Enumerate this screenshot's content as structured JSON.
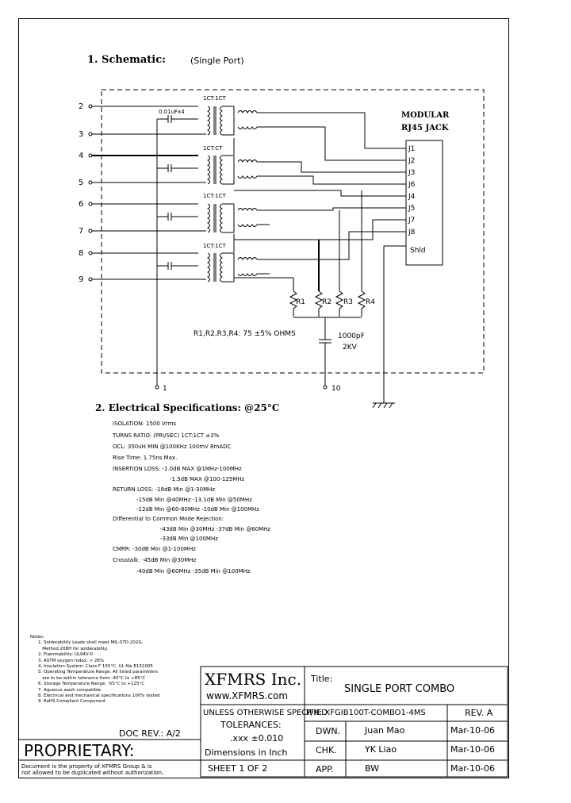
{
  "section1": {
    "heading": "1. Schematic:",
    "subtitle": "(Single Port)"
  },
  "schematic": {
    "pins_left": [
      "2",
      "3",
      "4",
      "5",
      "6",
      "7",
      "8",
      "9"
    ],
    "transformer_labels": [
      "1CT:1CT",
      "1CT:CT",
      "1CT:1CT",
      "1CT:1CT"
    ],
    "cap_label": "0.01uFx4",
    "jack_title_line1": "MODULAR",
    "jack_title_line2": "RJ45 JACK",
    "jack_pins": [
      "J1",
      "J2",
      "J3",
      "J6",
      "J4",
      "J5",
      "J7",
      "J8",
      "Shld"
    ],
    "resistors": [
      "R1",
      "R2",
      "R3",
      "R4"
    ],
    "resistor_note": "R1,R2,R3,R4: 75 ±5% OHMS",
    "cap_value_line1": "1000pF",
    "cap_value_line2": "2KV",
    "pin_bottom_left": "1",
    "pin_bottom_right": "10"
  },
  "section2": {
    "heading": "2. Electrical Specifications: @25°C",
    "lines": [
      "ISOLATION: 1500 Vrms",
      "TURNS RATIO: (PRI/SEC) 1CT:1CT ±3%",
      "OCL: 350uH MIN @100KHz 100mV 8mADC",
      "Rise Time: 1.75ns Max.",
      "INSERTION LOSS: -1.0dB MAX @1MHz-100MHz",
      "-1.5dB MAX @100-125MHz",
      "RETURN LOSS: -18dB Min @1-30MHz",
      "-15dB Min @40MHz -13.1dB Min @50MHz",
      "-12dB Min @60-80MHz -10dB Min @100MHz",
      "Differential to Common Mode Rejection:",
      "-43dB Min @30MHz -37dB Min @60MHz",
      "-33dB Min @100MHz",
      "CMRR: -30dB Min @1-100MHz",
      "Crosstalk: -45dB Min @30MHz",
      "-40dB Min @60MHz -35dB Min @100MHz"
    ]
  },
  "notes": {
    "title": "Notes:",
    "items": [
      "1. Solderability Leads shall meet MIL-STD-202G,",
      "   Method 208H for solderability.",
      "2. Flammability: UL94V-0",
      "3. ASTM oxygen index: > 28%",
      "4. Insulation System: Class F 155°C, UL file E151005",
      "5. Operating Temperature Range: All listed parameters",
      "   are to be within tolerance from -40°C to +85°C",
      "6. Storage Temperature Range: -55°C to +125°C",
      "7. Aqueous wash compatible",
      "8. Electrical and mechanical specifications 100% tested",
      "9. RoHS Compliant Component"
    ]
  },
  "title_block": {
    "company": "XFMRS Inc.",
    "website": "www.XFMRS.com",
    "title_label": "Title:",
    "title_value": "SINGLE PORT COMBO",
    "tolerance_line1": "UNLESS OTHERWISE SPECIFIED",
    "tolerance_line2": "TOLERANCES:",
    "tolerance_line3": ".xxx ±0.010",
    "tolerance_line4": "Dimensions in Inch",
    "pn": "P/N: XFGIB100T-COMBO1-4MS",
    "rev": "REV. A",
    "dwn_label": "DWN.",
    "dwn_name": "Juan Mao",
    "dwn_date": "Mar-10-06",
    "chk_label": "CHK.",
    "chk_name": "YK Liao",
    "chk_date": "Mar-10-06",
    "app_label": "APP.",
    "app_name": "BW",
    "app_date": "Mar-10-06",
    "sheet": "SHEET 1 OF 2",
    "doc_rev": "DOC REV.: A/2",
    "proprietary": "PROPRIETARY:",
    "prop_line1": "Document is the property of XFMRS Group & is",
    "prop_line2": "not allowed to be duplicated without authorization."
  }
}
